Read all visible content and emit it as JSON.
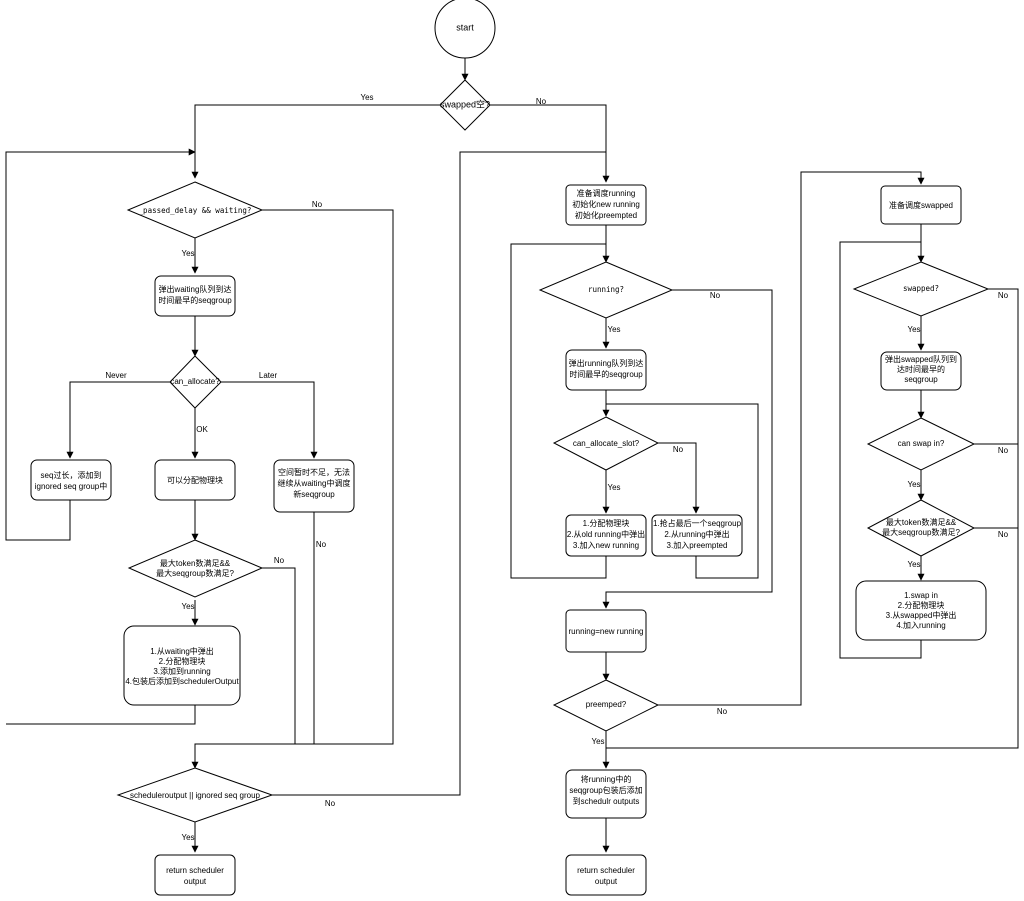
{
  "diagram": {
    "start": "start",
    "left": {
      "swapped_empty": "swapped空?",
      "yes": "Yes",
      "no": "No",
      "passed_delay": "_passed_delay && waiting?",
      "pop_waiting": [
        "弹出waiting队列到达",
        "时间最早的seqgroup"
      ],
      "can_allocate": "can_allocate?",
      "never": "Never",
      "later": "Later",
      "ok": "OK",
      "ignored": [
        "seq过长，添加到",
        "ignored seq group中"
      ],
      "allocatable": "可以分配物理块",
      "no_space": [
        "空间暂时不足，无法",
        "继续从waiting中调度",
        "新seqgroup"
      ],
      "budget_check": [
        "最大token数满足&&",
        "最大seqgroup数满足?"
      ],
      "admit_steps": [
        "1.从waiting中弹出",
        "2.分配物理块",
        "3.添加到running",
        "4.包装后添加到schedulerOutput"
      ],
      "output_check": "scheduleroutput || ignored seq group",
      "return": [
        "return scheduler",
        "output"
      ]
    },
    "middle": {
      "prepare": [
        "准备调度running",
        "初始化new running",
        "初始化preempted"
      ],
      "running_check": "running?",
      "pop_running": [
        "弹出running队列到达",
        "时间最早的seqgroup"
      ],
      "can_allocate_slot": "can_allocate_slot?",
      "alloc_steps": [
        "1.分配物理块",
        "2.从old running中弹出",
        "3.加入new running"
      ],
      "preempt_steps": [
        "1.抢占最后一个seqgroup",
        "2.从running中弹出",
        "3.加入preempted"
      ],
      "assign": "running=new running",
      "preempted_check": "preemped?",
      "wrap": [
        "将running中的",
        "seqgroup包装后添加",
        "到schedulr outputs"
      ],
      "return": [
        "return scheduler",
        "output"
      ]
    },
    "right": {
      "prepare": "准备调度swapped",
      "swapped_check": "swapped?",
      "pop_swapped": [
        "弹出swapped队列到",
        "达时间最早的",
        "seqgroup"
      ],
      "can_swap_in": "can swap in?",
      "budget_check": [
        "最大token数满足&&",
        "最大seqgroup数满足?"
      ],
      "swap_steps": [
        "1.swap in",
        "2.分配物理块",
        "3.从swapped中弹出",
        "4.加入running"
      ]
    }
  }
}
